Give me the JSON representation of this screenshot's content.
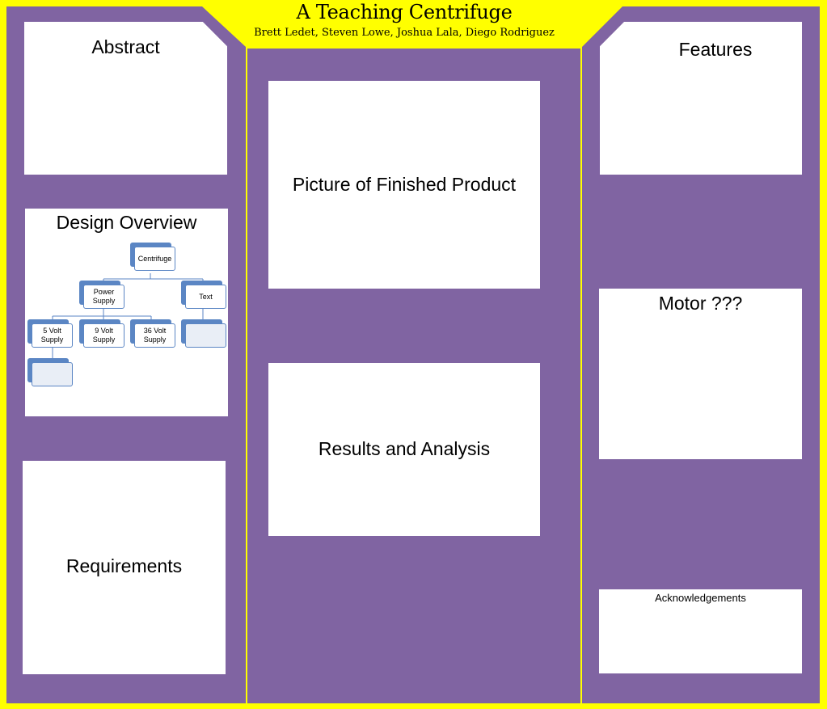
{
  "poster": {
    "title": "A Teaching Centrifuge",
    "authors": "Brett Ledet, Steven Lowe, Joshua Lala, Diego Rodriguez",
    "colors": {
      "border": "#ffff00",
      "panel": "#8064a2",
      "box": "#ffffff",
      "node_accent": "#5b86c4"
    }
  },
  "sections": {
    "abstract": "Abstract",
    "design_overview": "Design Overview",
    "requirements": "Requirements",
    "picture": "Picture of Finished Product",
    "results": "Results and Analysis",
    "features": "Features",
    "motor": "Motor ???",
    "acknowledgements": "Acknowledgements"
  },
  "org_chart": {
    "root": "Centrifuge",
    "power": "Power Supply",
    "text": "Text",
    "v5": "5 Volt Supply",
    "v9": "9 Volt Supply",
    "v36": "36 Volt Supply"
  }
}
